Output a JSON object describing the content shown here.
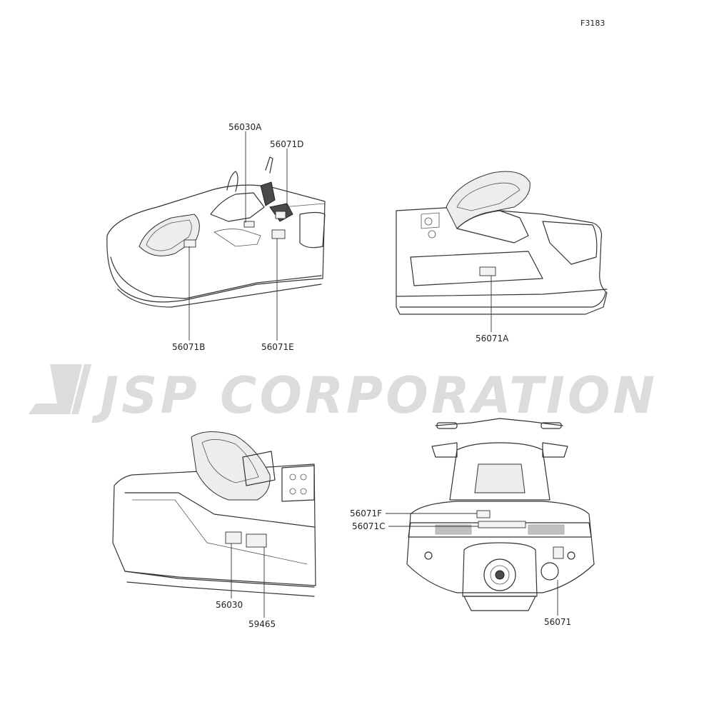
{
  "figure_id": "F3183",
  "watermark": "JSP CORPORATION",
  "views": [
    {
      "view": "front-left",
      "callouts": [
        "56030A",
        "56071D",
        "56071B",
        "56071E"
      ]
    },
    {
      "view": "rear-right",
      "callouts": [
        "56071A"
      ]
    },
    {
      "view": "rear-left",
      "callouts": [
        "56030",
        "59465"
      ]
    },
    {
      "view": "stern",
      "callouts": [
        "56071F",
        "56071C",
        "56071"
      ]
    }
  ],
  "labels": {
    "p56030A": "56030A",
    "p56071D": "56071D",
    "p56071B": "56071B",
    "p56071E": "56071E",
    "p56071A": "56071A",
    "p56030": "56030",
    "p59465": "59465",
    "p56071F": "56071F",
    "p56071C": "56071C",
    "p56071": "56071"
  }
}
